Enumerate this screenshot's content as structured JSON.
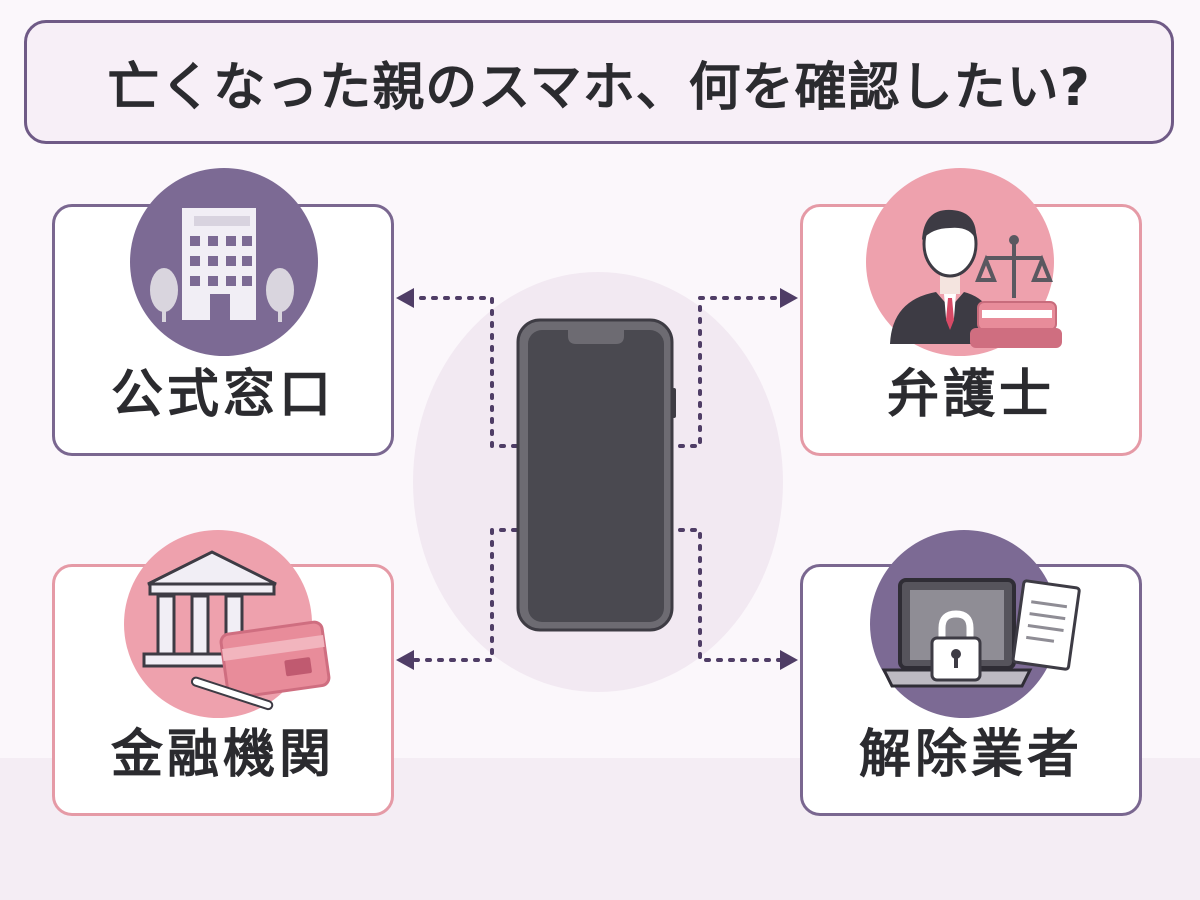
{
  "title": "亡くなった親のスマホ、何を確認したい?",
  "nodes": {
    "official": {
      "label": "公式窓口",
      "icon": "office-building-icon"
    },
    "lawyer": {
      "label": "弁護士",
      "icon": "lawyer-scales-icon"
    },
    "finance": {
      "label": "金融機関",
      "icon": "bank-card-icon"
    },
    "unlock": {
      "label": "解除業者",
      "icon": "laptop-lock-icon"
    }
  },
  "center": {
    "icon": "smartphone-icon"
  },
  "colors": {
    "purple": "#7a6790",
    "purple_circle": "#7c6a94",
    "pink": "#e59aa6",
    "pink_circle": "#eea1ad",
    "connector": "#4f3d66",
    "text": "#2b2b2f"
  }
}
